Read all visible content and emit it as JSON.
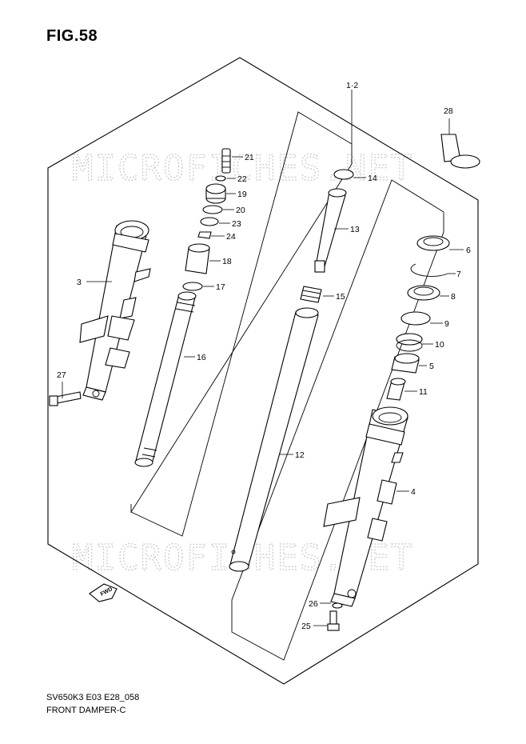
{
  "figure": {
    "title": "FIG.58",
    "model_code": "SV650K3 E03 E28_058",
    "name": "FRONT DAMPER-C",
    "watermark": "MICROFICHES.NET"
  },
  "callouts": {
    "c1_2": "1·2",
    "c3": "3",
    "c4": "4",
    "c5": "5",
    "c6": "6",
    "c7": "7",
    "c8": "8",
    "c9": "9",
    "c10": "10",
    "c11": "11",
    "c12": "12",
    "c13": "13",
    "c14": "14",
    "c15": "15",
    "c16": "16",
    "c17": "17",
    "c18": "18",
    "c19": "19",
    "c20": "20",
    "c21": "21",
    "c22": "22",
    "c23": "23",
    "c24": "24",
    "c25": "25",
    "c26": "26",
    "c27": "27",
    "c28": "28",
    "fwd": "FWD"
  },
  "icons": {
    "direction": "fwd-arrow-icon"
  }
}
